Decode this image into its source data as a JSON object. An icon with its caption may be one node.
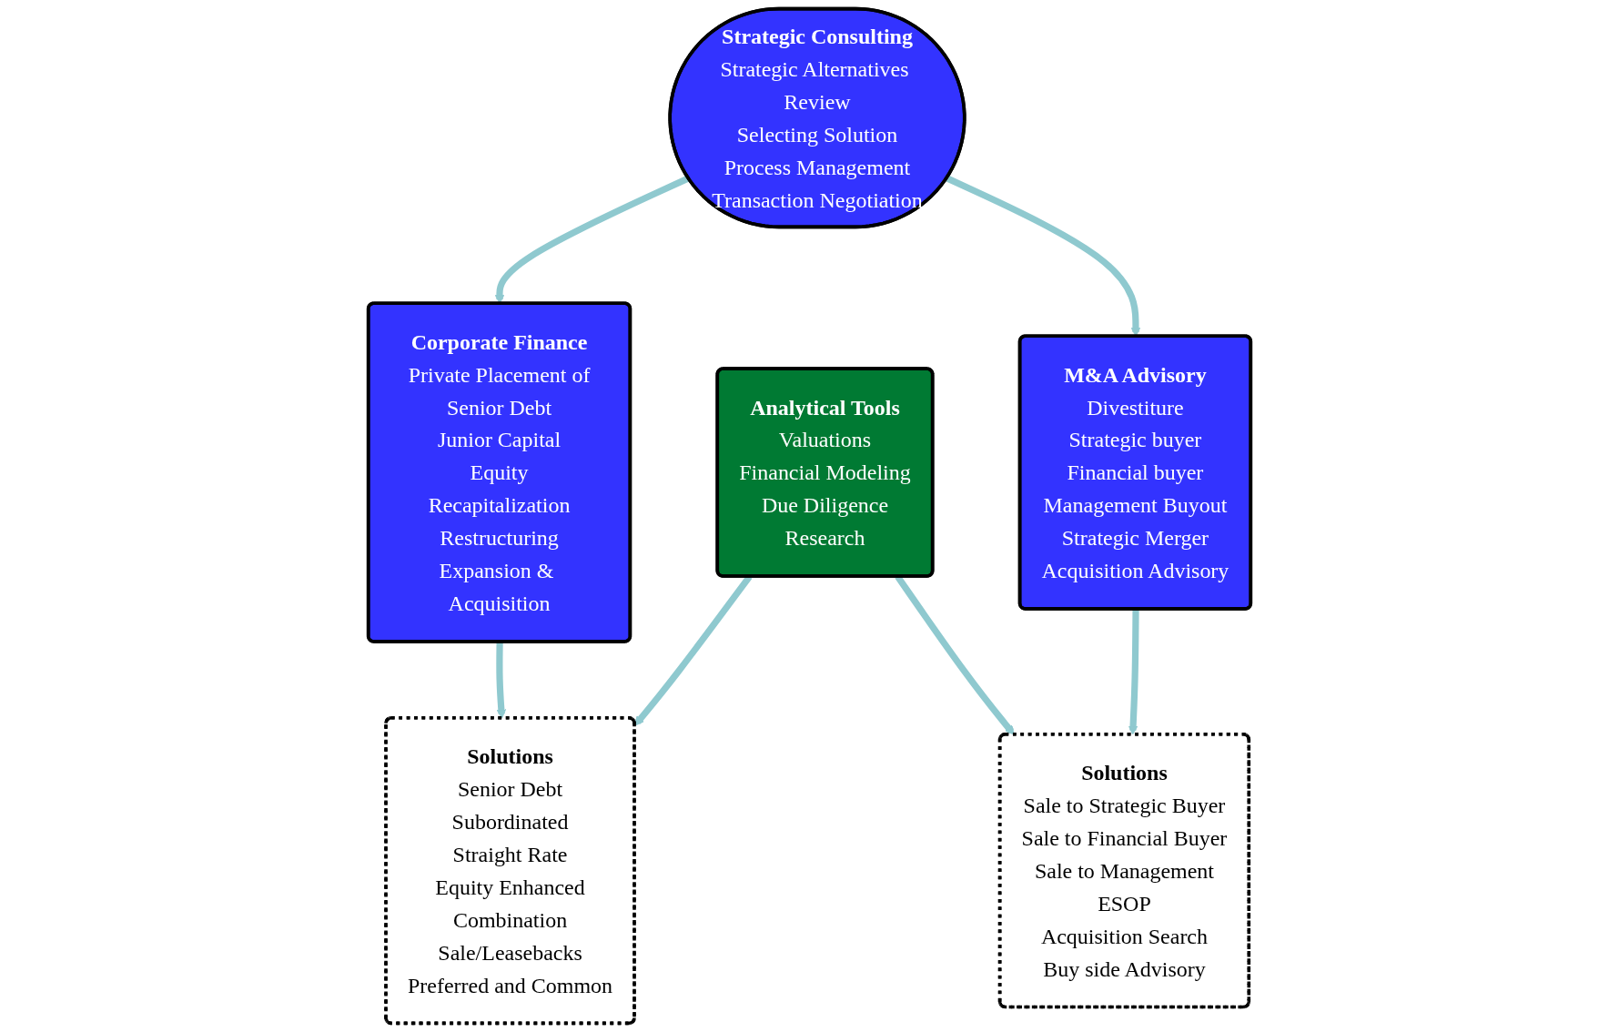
{
  "diagram": {
    "nodes": [
      {
        "text": [
          "Strategic Consulting",
          "Strategic Alternatives Review",
          "Selecting Solution",
          "Process Management",
          "Transaction Negotiation"
        ]
      },
      {
        "text": [
          "Corporate Finance",
          "Private Placement of",
          "Senior Debt",
          "Junior Capital",
          "Equity",
          "Recapitalization",
          "Restructuring",
          "Expansion & Acquisition"
        ]
      },
      {
        "text": [
          "M&A Advisory",
          "Divestiture",
          "Strategic buyer",
          "Financial buyer",
          "Management Buyout",
          "Strategic Merger",
          "Acquisition Advisory"
        ]
      },
      {
        "text": [
          "Solutions",
          "Senior Debt",
          "Subordinated",
          "Straight Rate",
          "Equity Enhanced",
          "Combination",
          "Sale/Leasebacks",
          "Preferred and Common"
        ]
      },
      {
        "text": [
          "Analytical Tools",
          "Valuations",
          "Financial Modeling",
          "Due Diligence",
          "Research"
        ]
      },
      {
        "text": [
          "Solutions",
          "Sale to Strategic Buyer",
          "Sale to Financial Buyer",
          "Sale to Management",
          "ESOP",
          "Acquisition Search",
          "Buy side Advisory"
        ]
      }
    ],
    "edges": [
      {
        "from": 0,
        "to": 1,
        "arrow": "to"
      },
      {
        "from": 0,
        "to": 2,
        "arrow": "to"
      },
      {
        "from": 1,
        "to": 3,
        "arrow": "to"
      },
      {
        "from": 2,
        "to": 5,
        "arrow": "to"
      },
      {
        "from": 4,
        "to": 3,
        "arrow": "to"
      },
      {
        "from": 4,
        "to": 5,
        "arrow": "to"
      }
    ]
  }
}
